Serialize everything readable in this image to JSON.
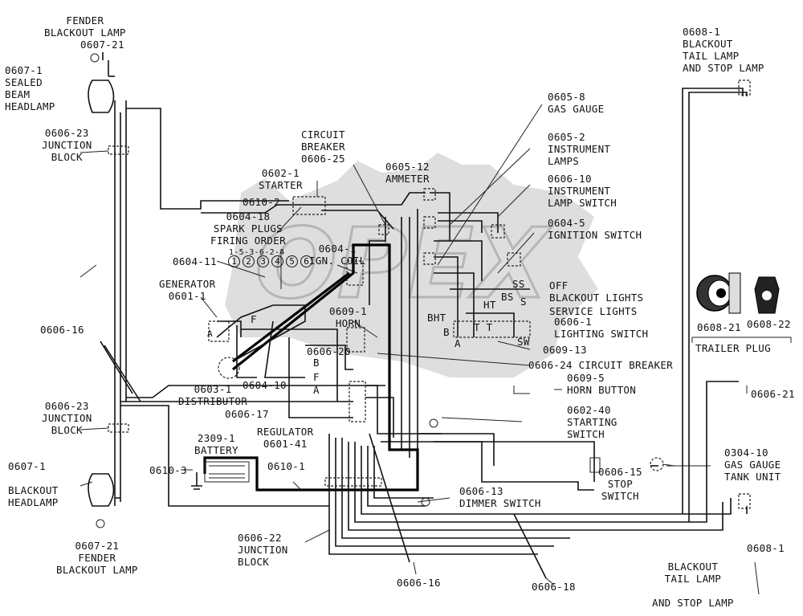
{
  "labels": {
    "fender_bo_top_title": "FENDER\nBLACKOUT LAMP",
    "fender_bo_top_code": "0607-21",
    "sealed_beam": "0607-1\nSEALED\nBEAM\nHEADLAMP",
    "junction_top": "0606-23\nJUNCTION\nBLOCK",
    "circuit_breaker": "CIRCUIT\nBREAKER\n0606-25",
    "starter": "0602-1\nSTARTER",
    "ammeter": "0605-12\nAMMETER",
    "gas_gauge": "0605-8\nGAS GAUGE",
    "instrument_lamps": "0605-2\nINSTRUMENT\nLAMPS",
    "instrument_lamp_switch": "0606-10\nINSTRUMENT\nLAMP SWITCH",
    "ignition_switch": "0604-5\nIGNITION SWITCH",
    "blackout_tail_top": "0608-1\nBLACKOUT\nTAIL LAMP\nAND STOP LAMP",
    "w0610_2": "0610-2",
    "spark_plugs": "0604-18\nSPARK PLUGS\nFIRING ORDER",
    "firing_order": "1-5-3-6-2-4",
    "plug_numbers": [
      "1",
      "2",
      "3",
      "4",
      "5",
      "6"
    ],
    "ign_coil": "0604-1\nIGN. COIL",
    "w0604_11": "0604-11",
    "generator": "GENERATOR\n0601-1",
    "off": "OFF",
    "ss": "SS",
    "bs": "BS",
    "s": "S",
    "ht": "HT",
    "bht": "BHT",
    "b_sw": "B",
    "a_sw": "A",
    "tt": "T T",
    "sw": "SW",
    "blackout_lights": "BLACKOUT LIGHTS",
    "service_lights": "SERVICE LIGHTS",
    "lighting_switch": "0606-1\nLIGHTING SWITCH",
    "horn": "0609-1\nHORN",
    "w0609_13": "0609-13",
    "w0606_16_top": "0606-16",
    "w0606_20": "0606-20",
    "breaker_24": "0606-24 CIRCUIT BREAKER",
    "horn_button": "0609-5\nHORN BUTTON",
    "reg_b": "B",
    "reg_f": "F",
    "reg_a": "A",
    "gen_a": "A",
    "gen_f": "F",
    "distributor": "0603-1\nDISTRIBUTOR",
    "w0604_10": "0604-10",
    "w0606_17": "0606-17",
    "regulator": "REGULATOR\n0601-41",
    "starting_switch": "0602-40\nSTARTING\nSWITCH",
    "trailer_21": "0608-21",
    "trailer_22": "0608-22",
    "trailer_plug": "TRAILER PLUG",
    "w0606_21_right": "0606-21",
    "junction_bottom": "0606-23\nJUNCTION\nBLOCK",
    "battery": "2309-1\nBATTERY",
    "w0610_3": "0610-3",
    "w0610_1": "0610-1",
    "blackout_headlamp": "0607-1\n\nBLACKOUT\nHEADLAMP",
    "stop_switch": "0606-15\nSTOP\nSWITCH",
    "gas_tank": "0304-10\nGAS GAUGE\nTANK UNIT",
    "dimmer": "0606-13\nDIMMER SWITCH",
    "fender_bo_bottom": "0607-21\nFENDER\nBLACKOUT LAMP",
    "junction_22": "0606-22\nJUNCTION\nBLOCK",
    "w0606_16_bottom": "0606-16",
    "w0606_18": "0606-18",
    "blackout_tail_bottom": "BLACKOUT\nTAIL LAMP\n\nAND STOP LAMP",
    "w0608_1_bottom": "0608-1"
  },
  "watermark": "OPEX"
}
